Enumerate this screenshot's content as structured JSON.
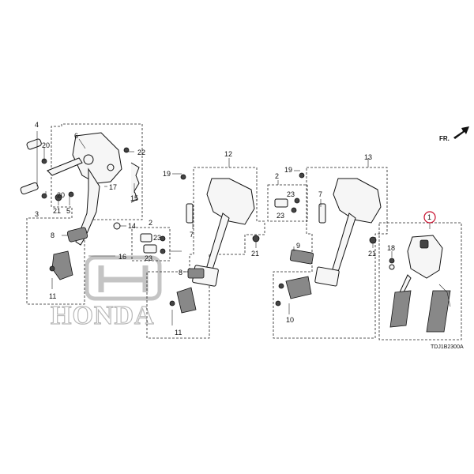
{
  "diagram": {
    "drawing_code": "TDJ1B2300A",
    "direction_label": "FR.",
    "watermark_text": "HONDA",
    "callout_highlight_color": "#c8102e",
    "callouts": [
      "4",
      "20",
      "6",
      "22",
      "20",
      "21",
      "5",
      "17",
      "15",
      "3",
      "8",
      "16",
      "14",
      "2",
      "23",
      "23",
      "7",
      "8",
      "11",
      "12",
      "19",
      "21",
      "2",
      "19",
      "23",
      "23",
      "7",
      "9",
      "10",
      "13",
      "21",
      "18",
      "1",
      "11"
    ]
  }
}
